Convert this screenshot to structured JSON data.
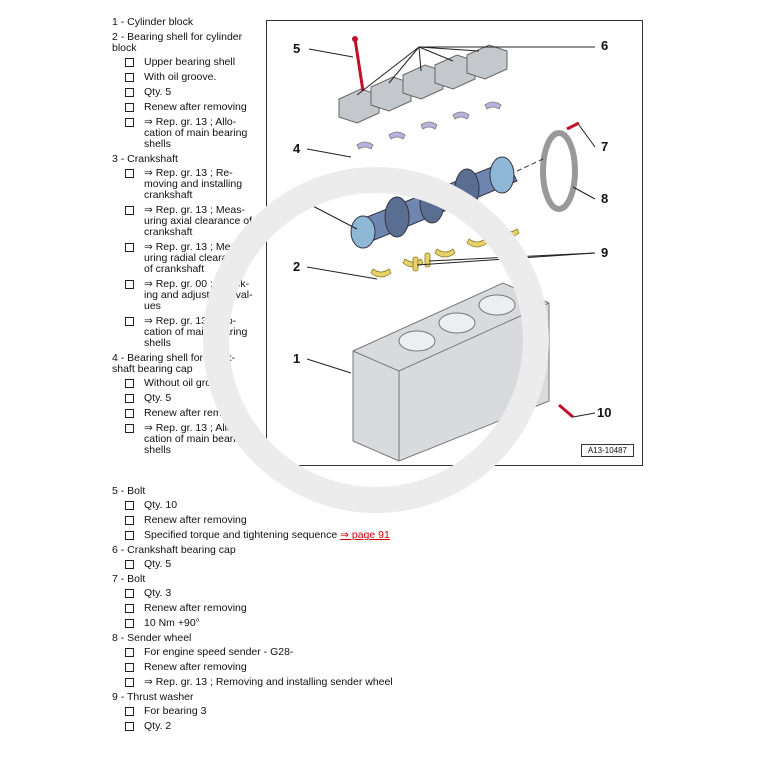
{
  "sections_left": [
    {
      "title": "1 - Cylinder block",
      "items": []
    },
    {
      "title": "2 - Bearing shell for cylinder\nblock",
      "items": [
        {
          "text": "Upper bearing shell"
        },
        {
          "text": "With oil groove."
        },
        {
          "text": "Qty. 5"
        },
        {
          "text": "Renew after removing"
        },
        {
          "text": "⇒ Rep. gr. 13 ; Allo-\ncation of main bearing\nshells"
        }
      ]
    },
    {
      "title": "3 - Crankshaft",
      "items": [
        {
          "text": "⇒ Rep. gr. 13 ; Re-\nmoving and installing\ncrankshaft"
        },
        {
          "text": "⇒ Rep. gr. 13 ; Meas-\nuring axial clearance of\ncrankshaft"
        },
        {
          "text": "⇒ Rep. gr. 13 ; Meas-\nuring radial clearance\nof crankshaft"
        },
        {
          "text": "⇒ Rep. gr. 00 ; Check-\ning and adjustment val-\nues"
        },
        {
          "text": "⇒ Rep. gr. 13 ; Allo-\ncation of main bearing\nshells"
        }
      ]
    },
    {
      "title": "4 - Bearing shell for crank-\nshaft bearing cap",
      "items": [
        {
          "text": "Without oil groove."
        },
        {
          "text": "Qty. 5"
        },
        {
          "text": "Renew after removing"
        },
        {
          "text": "⇒ Rep. gr. 13 ; Allo-\ncation of main bearing\nshells"
        }
      ]
    }
  ],
  "sections_bottom": [
    {
      "title": "5 - Bolt",
      "items": [
        {
          "text": "Qty. 10"
        },
        {
          "text": "Renew after removing"
        },
        {
          "text": "Specified torque and tightening sequence ",
          "link": "⇒ page 91"
        }
      ]
    },
    {
      "title": "6 - Crankshaft bearing cap",
      "items": [
        {
          "text": "Qty. 5"
        }
      ]
    },
    {
      "title": "7 - Bolt",
      "items": [
        {
          "text": "Qty. 3"
        },
        {
          "text": "Renew after removing"
        },
        {
          "text": "10 Nm +90°"
        }
      ]
    },
    {
      "title": "8 - Sender wheel",
      "items": [
        {
          "text": "For engine speed sender - G28-"
        },
        {
          "text": "Renew after removing"
        },
        {
          "text": "⇒ Rep. gr. 13 ; Removing and installing sender wheel"
        }
      ]
    },
    {
      "title": "9 - Thrust washer",
      "items": [
        {
          "text": "For bearing 3"
        },
        {
          "text": "Qty. 2"
        }
      ]
    }
  ],
  "figure": {
    "id": "A13-10487",
    "callouts": [
      "5",
      "6",
      "4",
      "7",
      "3",
      "8",
      "2",
      "9",
      "1",
      "10"
    ]
  },
  "colors": {
    "link": "#d10000",
    "crank": "#5a6e91",
    "bearing": "#e8d36a",
    "cap": "#c4c7cc"
  }
}
